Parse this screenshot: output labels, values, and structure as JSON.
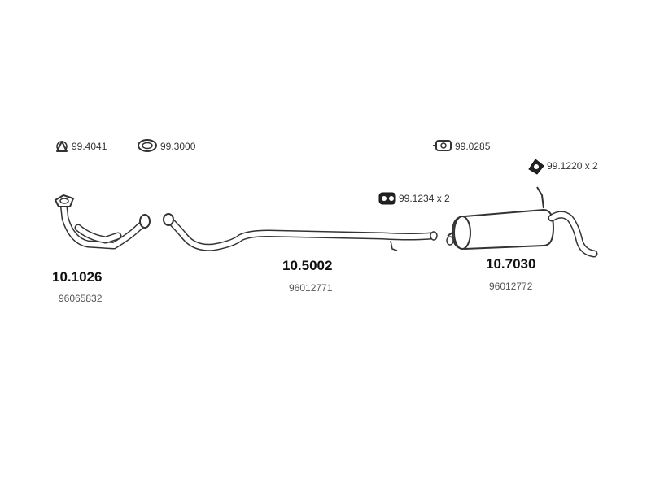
{
  "accessories": [
    {
      "code": "99.4041",
      "icon": "ring-icon"
    },
    {
      "code": "99.3000",
      "icon": "gasket-icon"
    },
    {
      "code": "99.0285",
      "icon": "clamp-icon"
    },
    {
      "code": "99.1234 x 2",
      "icon": "rubber-hanger-icon"
    },
    {
      "code": "99.1220 x 2",
      "icon": "flange-gasket-icon"
    }
  ],
  "parts": [
    {
      "code": "10.1026",
      "oem": "96065832",
      "name": "front-pipe"
    },
    {
      "code": "10.5002",
      "oem": "96012771",
      "name": "middle-pipe"
    },
    {
      "code": "10.7030",
      "oem": "96012772",
      "name": "rear-silencer"
    }
  ]
}
